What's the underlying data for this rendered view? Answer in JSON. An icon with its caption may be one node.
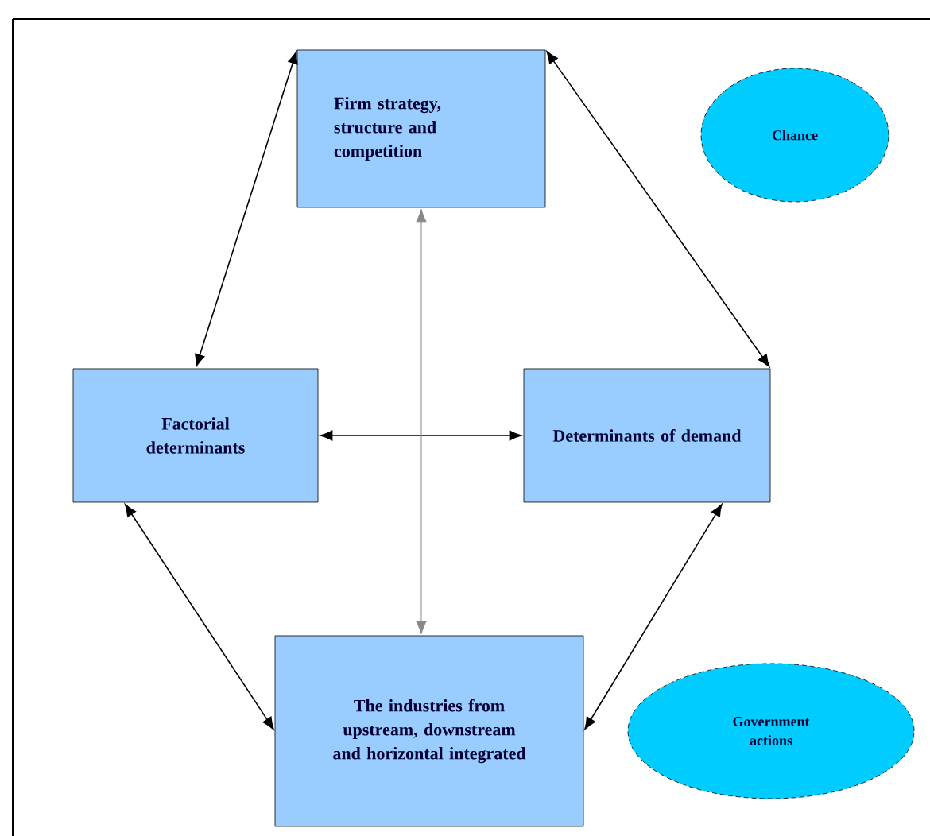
{
  "diagram": {
    "nodes": [
      {
        "text": [
          "Firm strategy, structure and competition"
        ]
      },
      {
        "text": [
          "Chance"
        ]
      },
      {
        "text": [
          "Factorial determinants"
        ]
      },
      {
        "text": [
          "Determinants of demand"
        ]
      },
      {
        "text": [
          "The industries from upstream, downstream and horizontal integrated"
        ]
      },
      {
        "text": [
          "Government actions"
        ]
      }
    ],
    "edges": [
      {
        "from": 0,
        "to": 2,
        "arrow": "both"
      },
      {
        "from": 0,
        "to": 3,
        "arrow": "both"
      },
      {
        "from": 2,
        "to": 3,
        "arrow": "both"
      },
      {
        "from": 0,
        "to": 4,
        "arrow": "both",
        "color": "#888888"
      },
      {
        "from": 2,
        "to": 4,
        "arrow": "both"
      },
      {
        "from": 3,
        "to": 4,
        "arrow": "both"
      }
    ]
  }
}
